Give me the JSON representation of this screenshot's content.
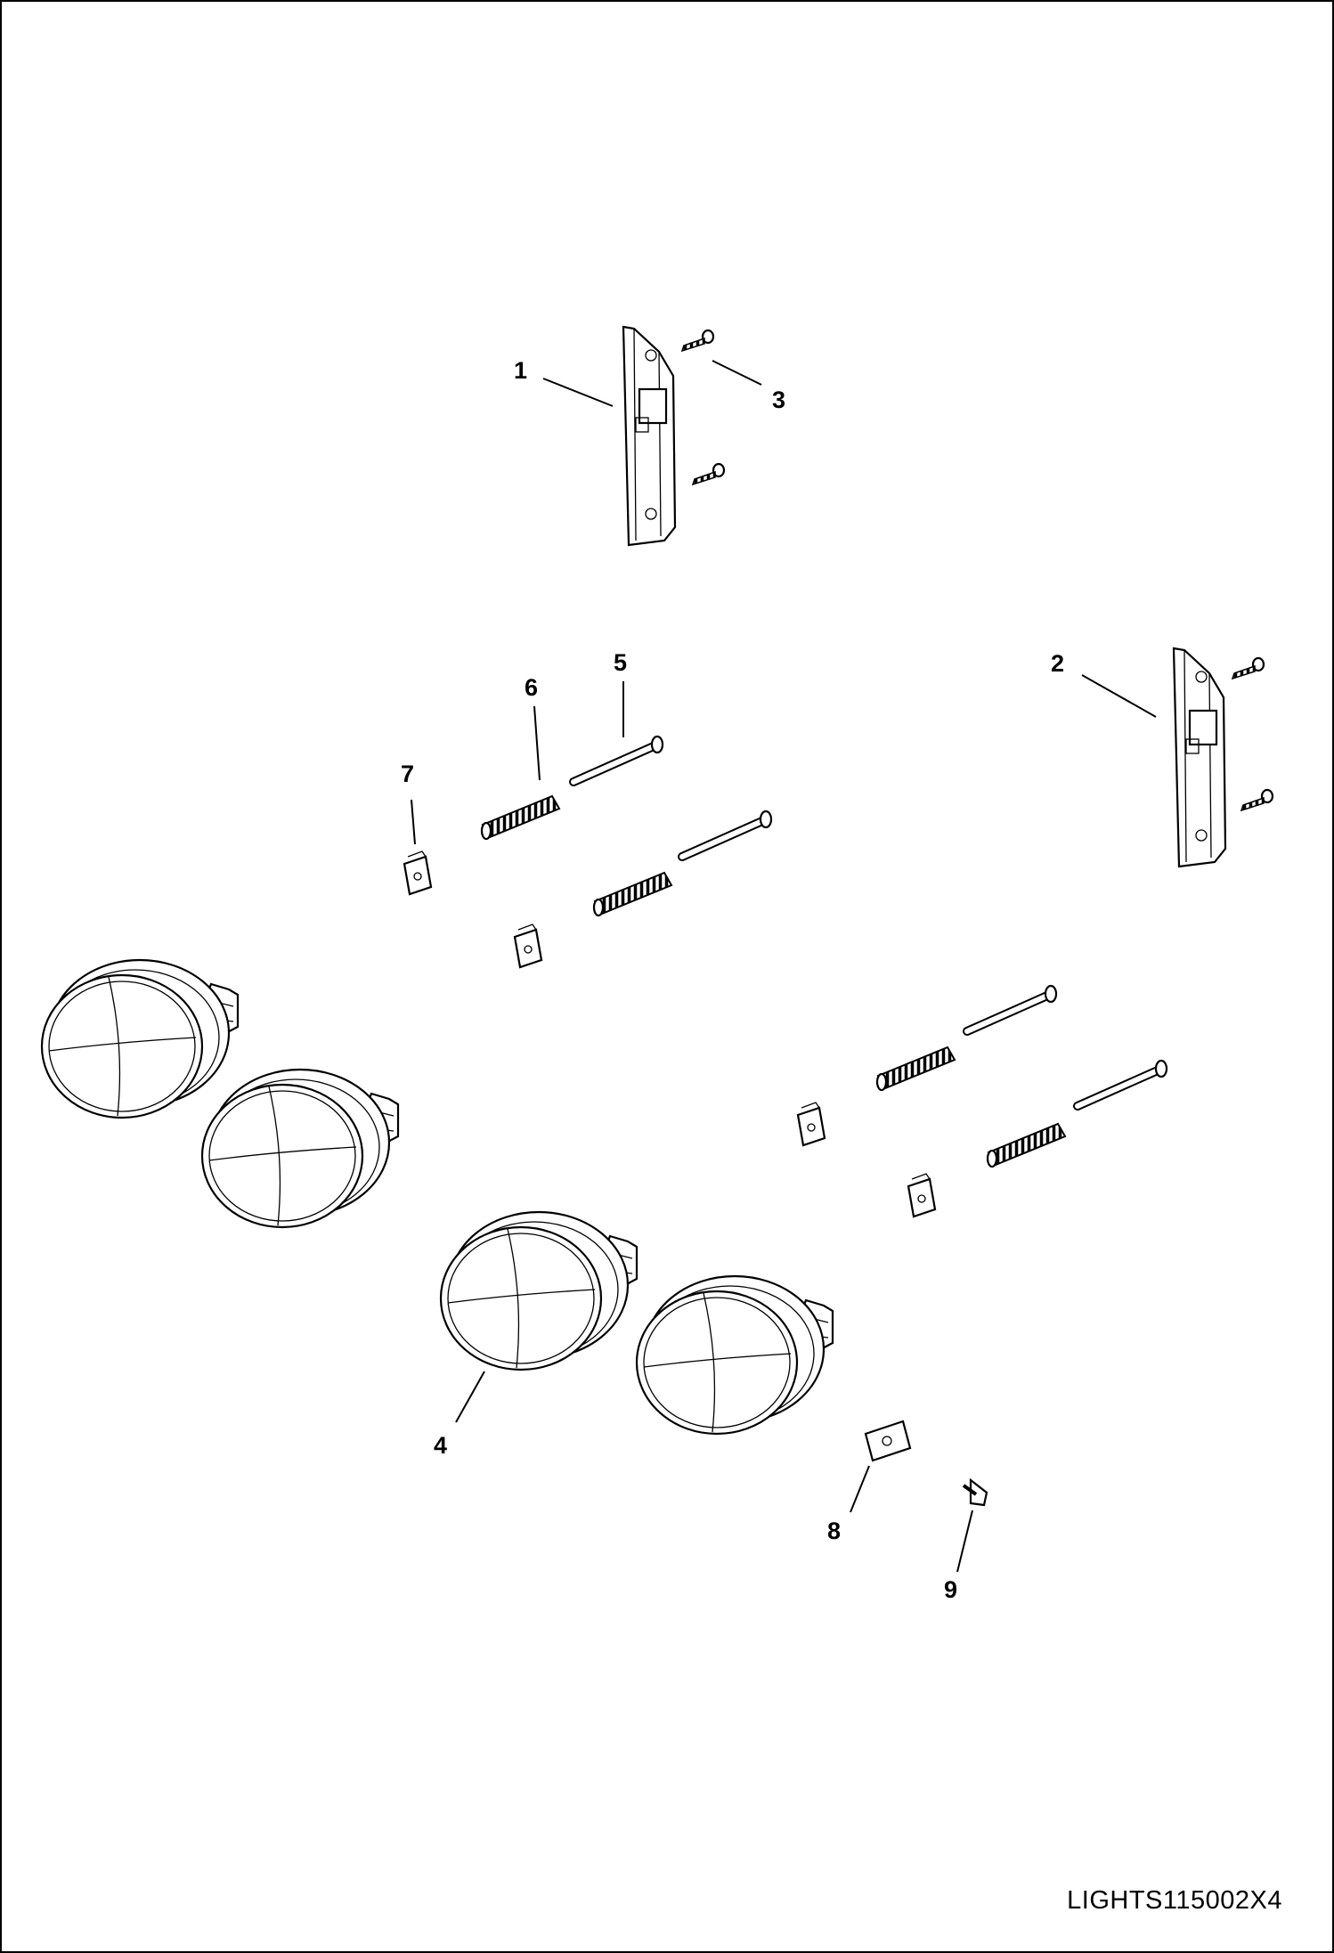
{
  "figure_ref": "LIGHTS115002X4",
  "callouts": [
    "1",
    "2",
    "3",
    "4",
    "5",
    "6",
    "7",
    "8",
    "9"
  ]
}
